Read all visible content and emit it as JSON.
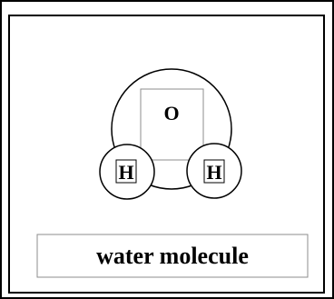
{
  "atoms": {
    "oxygen": {
      "label": "O"
    },
    "hydrogen_left": {
      "label": "H"
    },
    "hydrogen_right": {
      "label": "H"
    }
  },
  "caption": "water molecule",
  "colors": {
    "stroke": "#000000",
    "inner_stroke": "#8c8c8c",
    "background": "#ffffff"
  }
}
